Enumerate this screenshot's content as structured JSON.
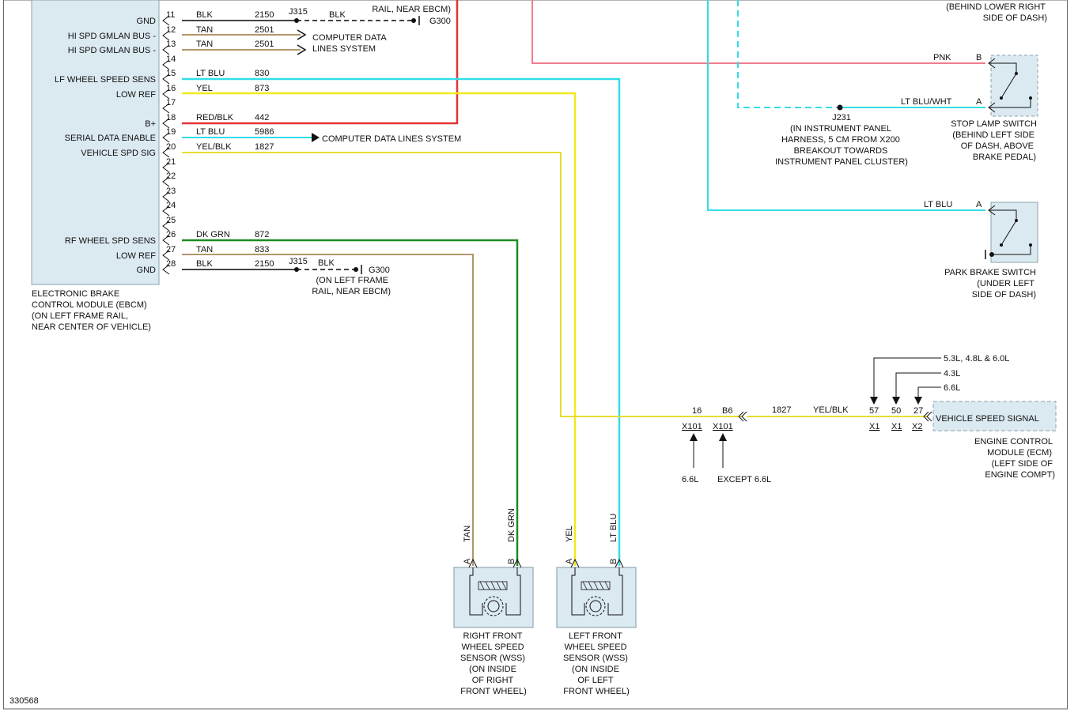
{
  "colors": {
    "blk": "#444444",
    "tan": "#b3966b",
    "ltblu": "#33dde6",
    "yel": "#f2ea1a",
    "red": "#e03333",
    "yelblk": "#e6dc33",
    "dkgrn": "#1e8a1e",
    "pnk": "#f07c8c",
    "module_fill": "#dbe9f0",
    "module_stroke": "#8aa3ad"
  },
  "ebcm": {
    "pins": [
      {
        "num": "11",
        "label": "GND",
        "color": "BLK",
        "circuit": "2150"
      },
      {
        "num": "12",
        "label": "HI SPD GMLAN BUS -",
        "color": "TAN",
        "circuit": "2501"
      },
      {
        "num": "13",
        "label": "HI SPD GMLAN BUS -",
        "color": "TAN",
        "circuit": "2501"
      },
      {
        "num": "14",
        "label": "",
        "color": "",
        "circuit": ""
      },
      {
        "num": "15",
        "label": "LF WHEEL SPEED SENS",
        "color": "LT BLU",
        "circuit": "830"
      },
      {
        "num": "16",
        "label": "LOW REF",
        "color": "YEL",
        "circuit": "873"
      },
      {
        "num": "17",
        "label": "",
        "color": "",
        "circuit": ""
      },
      {
        "num": "18",
        "label": "B+",
        "color": "RED/BLK",
        "circuit": "442"
      },
      {
        "num": "19",
        "label": "SERIAL DATA ENABLE",
        "color": "LT BLU",
        "circuit": "5986"
      },
      {
        "num": "20",
        "label": "VEHICLE SPD SIG",
        "color": "YEL/BLK",
        "circuit": "1827"
      },
      {
        "num": "21",
        "label": "",
        "color": "",
        "circuit": ""
      },
      {
        "num": "22",
        "label": "",
        "color": "",
        "circuit": ""
      },
      {
        "num": "23",
        "label": "",
        "color": "",
        "circuit": ""
      },
      {
        "num": "24",
        "label": "",
        "color": "",
        "circuit": ""
      },
      {
        "num": "25",
        "label": "",
        "color": "",
        "circuit": ""
      },
      {
        "num": "26",
        "label": "RF WHEEL SPD SENS",
        "color": "DK GRN",
        "circuit": "872"
      },
      {
        "num": "27",
        "label": "LOW REF",
        "color": "TAN",
        "circuit": "833"
      },
      {
        "num": "28",
        "label": "GND",
        "color": "BLK",
        "circuit": "2150"
      }
    ],
    "caption": [
      "ELECTRONIC BRAKE",
      "CONTROL MODULE (EBCM)",
      "(ON LEFT FRAME RAIL,",
      "NEAR CENTER OF VEHICLE)"
    ]
  },
  "splices": {
    "j315_top": "J315",
    "j315_bottom": "J315",
    "blk_top": "BLK",
    "blk_bottom": "BLK",
    "g300_top": "G300",
    "g300_bottom": "G300",
    "rail_top": "RAIL, NEAR EBCM)",
    "rail_bottom": [
      "(ON LEFT FRAME",
      "RAIL, NEAR EBCM)"
    ]
  },
  "computer_data_1": [
    "COMPUTER DATA",
    "LINES SYSTEM"
  ],
  "computer_data_2": "COMPUTER DATA LINES SYSTEM",
  "top_right": {
    "caption": [
      "(BEHIND LOWER RIGHT",
      "SIDE OF DASH)"
    ]
  },
  "stop_lamp": {
    "wire_pnk": "PNK",
    "pin_b": "B",
    "wire_ltbluwht": "LT BLU/WHT",
    "pin_a": "A",
    "caption": [
      "STOP LAMP SWITCH",
      "(BEHIND LEFT SIDE",
      "OF DASH, ABOVE",
      "BRAKE PEDAL)"
    ]
  },
  "j231": {
    "name": "J231",
    "caption": [
      "(IN INSTRUMENT PANEL",
      "HARNESS, 5 CM FROM X200",
      "BREAKOUT TOWARDS",
      "INSTRUMENT PANEL CLUSTER)"
    ]
  },
  "park_brake": {
    "wire": "LT BLU",
    "pin": "A",
    "caption": [
      "PARK BRAKE SWITCH",
      "(UNDER LEFT",
      "SIDE OF DASH)"
    ]
  },
  "vss": {
    "pin_16": "16",
    "conn_b6": "B6",
    "x101_a": "X101",
    "x101_b": "X101",
    "circuit": "1827",
    "color": "YEL/BLK",
    "note_66": "6.6L",
    "note_except": "EXCEPT 6.6L",
    "pin_57": "57",
    "pin_50": "50",
    "pin_27": "27",
    "x1_a": "X1",
    "x1_b": "X1",
    "x2": "X2",
    "eng_1": "5.3L, 4.8L & 6.0L",
    "eng_2": "4.3L",
    "eng_3": "6.6L",
    "ecm_signal": "VEHICLE SPEED SIGNAL",
    "ecm_caption": [
      "ENGINE CONTROL",
      "MODULE (ECM)",
      "(LEFT SIDE OF",
      "ENGINE COMPT)"
    ]
  },
  "rf_sensor": {
    "wire_a": "TAN",
    "wire_b": "DK GRN",
    "pin_a": "A",
    "pin_b": "B",
    "caption": [
      "RIGHT FRONT",
      "WHEEL SPEED",
      "SENSOR (WSS)",
      "(ON INSIDE",
      "OF RIGHT",
      "FRONT WHEEL)"
    ]
  },
  "lf_sensor": {
    "wire_a": "YEL",
    "wire_b": "LT BLU",
    "pin_a": "A",
    "pin_b": "B",
    "caption": [
      "LEFT FRONT",
      "WHEEL SPEED",
      "SENSOR (WSS)",
      "(ON INSIDE",
      "OF LEFT",
      "FRONT WHEEL)"
    ]
  },
  "figure_id": "330568"
}
